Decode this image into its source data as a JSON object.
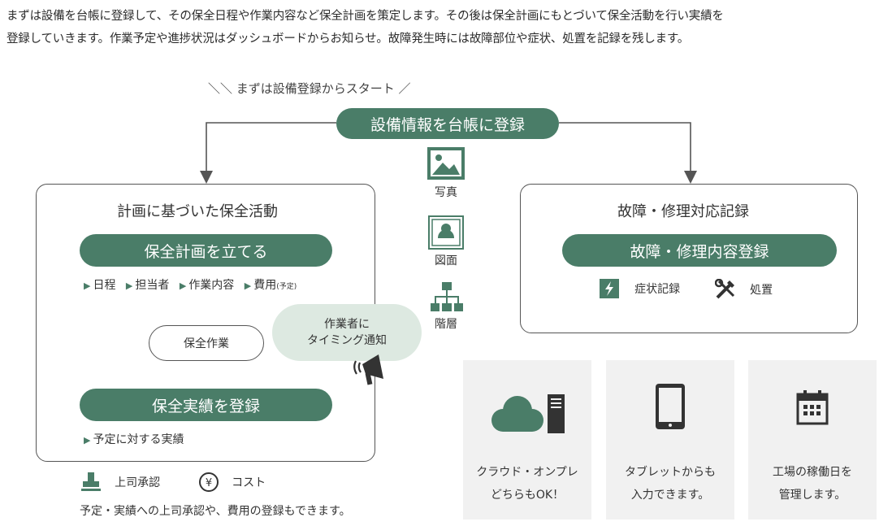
{
  "intro": {
    "line1": "まずは設備を台帳に登録して、その保全日程や作業内容など保全計画を策定します。その後は保全計画にもとづいて保全活動を行い実績を",
    "line2": "登録していきます。作業予定や進捗状況はダッシュボードからお知らせ。故障発生時には故障部位や症状、処置を記録を残します。"
  },
  "tagline": "＼＼ まずは設備登録からスタート ／",
  "top_pill": "設備情報を台帳に登録",
  "center_icons": [
    {
      "icon": "image-icon",
      "label": "写真"
    },
    {
      "icon": "drawing-icon",
      "label": "図面"
    },
    {
      "icon": "hierarchy-icon",
      "label": "階層"
    }
  ],
  "left_panel": {
    "title": "計画に基づいた保全活動",
    "plan_pill": "保全計画を立てる",
    "plan_items": [
      "日程",
      "担当者",
      "作業内容",
      "費用"
    ],
    "plan_item_suffix": "(予定)",
    "work_bubble": "保全作業",
    "result_pill": "保全実績を登録",
    "result_item": "予定に対する実績"
  },
  "speech": {
    "line1": "作業者に",
    "line2": "タイミング通知"
  },
  "right_panel": {
    "title": "故障・修理対応記録",
    "pill": "故障・修理内容登録",
    "items": [
      {
        "icon": "lightning-icon",
        "label": "症状記録"
      },
      {
        "icon": "tools-icon",
        "label": "処置"
      }
    ]
  },
  "legend": [
    {
      "icon": "stamp-icon",
      "label": "上司承認"
    },
    {
      "icon": "yen-icon",
      "label": "コスト"
    }
  ],
  "note": "予定・実績への上司承認や、費用の登録もできます。",
  "features": [
    {
      "icon": "cloud-server-icon",
      "line1": "クラウド・オンプレ",
      "line2": "どちらもOK！"
    },
    {
      "icon": "tablet-icon",
      "line1": "タブレットからも",
      "line2": "入力できます。"
    },
    {
      "icon": "calendar-icon",
      "line1": "工場の稼働日を",
      "line2": "管理します。"
    }
  ],
  "colors": {
    "accent": "#4a7d68",
    "speech_bg": "#dde9e1",
    "feature_bg": "#f1f1f1"
  }
}
